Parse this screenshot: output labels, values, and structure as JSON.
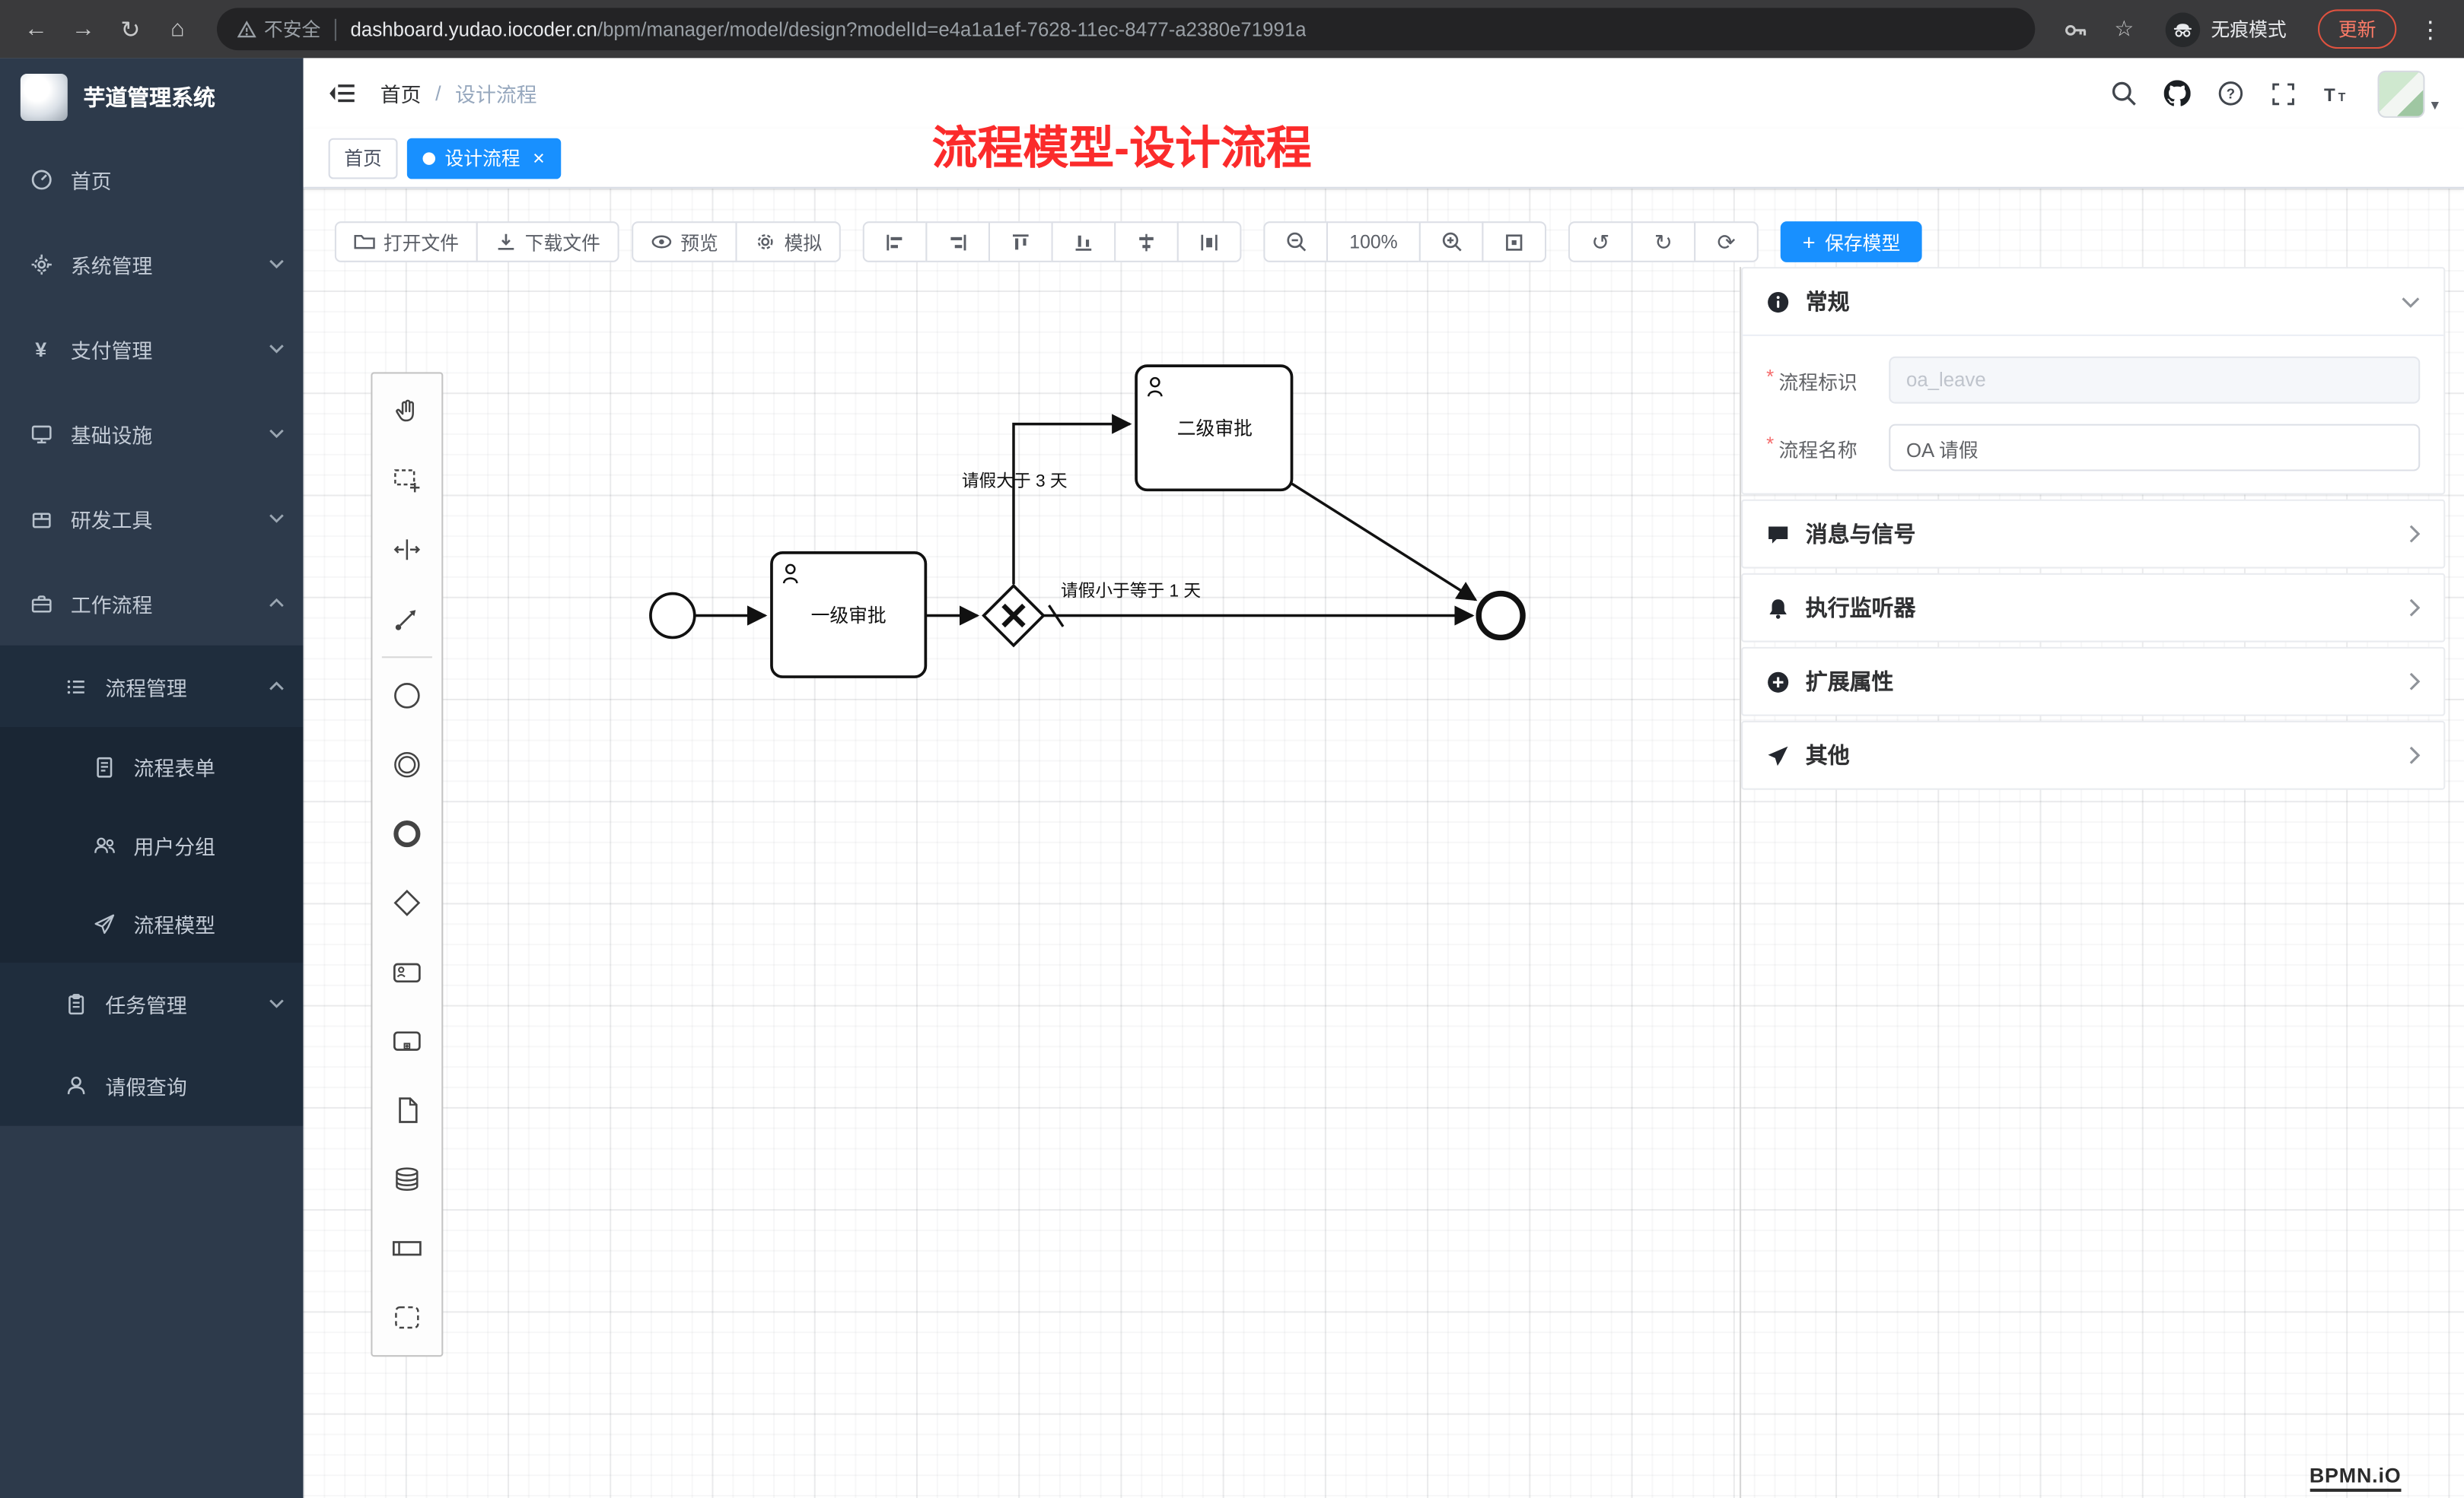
{
  "browser": {
    "not_secure": "不安全",
    "url_host": "dashboard.yudao.iocoder.cn",
    "url_path": "/bpm/manager/model/design?modelId=e4a1a1ef-7628-11ec-8477-a2380e71991a",
    "incognito_label": "无痕模式",
    "update_label": "更新"
  },
  "sidebar": {
    "app_title": "芋道管理系统",
    "items": [
      {
        "label": "首页"
      },
      {
        "label": "系统管理"
      },
      {
        "label": "支付管理"
      },
      {
        "label": "基础设施"
      },
      {
        "label": "研发工具"
      },
      {
        "label": "工作流程"
      }
    ],
    "process_mgmt_label": "流程管理",
    "process_children": [
      {
        "label": "流程表单"
      },
      {
        "label": "用户分组"
      },
      {
        "label": "流程模型"
      }
    ],
    "task_mgmt_label": "任务管理",
    "leave_query_label": "请假查询"
  },
  "header": {
    "breadcrumb_home": "首页",
    "breadcrumb_sep": "/",
    "breadcrumb_current": "设计流程",
    "annotation": "流程模型-设计流程"
  },
  "tabs": {
    "home_label": "首页",
    "active_label": "设计流程"
  },
  "toolbar": {
    "open": "打开文件",
    "download": "下载文件",
    "preview": "预览",
    "simulate": "模拟",
    "zoom_level": "100%",
    "save": "保存模型"
  },
  "panel": {
    "general_title": "常规",
    "process_key_label": "流程标识",
    "process_key_value": "oa_leave",
    "process_name_label": "流程名称",
    "process_name_value": "OA 请假",
    "messages_title": "消息与信号",
    "listeners_title": "执行监听器",
    "ext_props_title": "扩展属性",
    "other_title": "其他"
  },
  "diagram": {
    "task_level1": "一级审批",
    "task_level2": "二级审批",
    "cond_gt3": "请假大于 3 天",
    "cond_le1": "请假小于等于 1 天",
    "watermark": "BPMN.iO"
  },
  "colors": {
    "accent": "#1890ff",
    "annotation_red": "#fb2b2b",
    "required_red": "#f56c6c",
    "sidebar_bg": "#2d3a4b",
    "submenu_bg": "#1f2d3d"
  }
}
